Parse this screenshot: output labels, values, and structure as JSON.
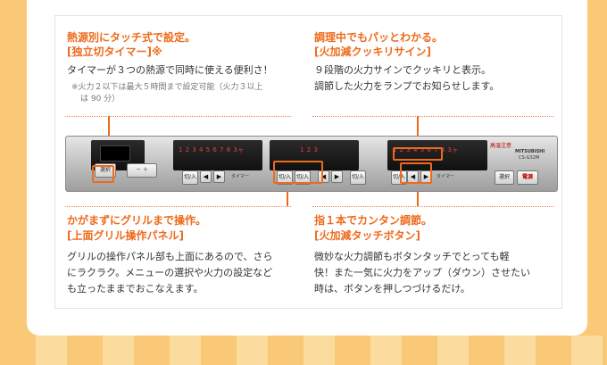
{
  "sections": {
    "top_left": {
      "title1": "熱源別にタッチ式で設定。",
      "title2": "[独立切タイマー]※",
      "body": "タイマーが３つの熱源で同時に使える便利さ！",
      "note1": "※火力２以下は最大５時間まで設定可能（火力３以上",
      "note2": "は 90 分）"
    },
    "top_right": {
      "title1": "調理中でもパッとわかる。",
      "title2": "[火加減クッキリサイン]",
      "body1": "９段階の火力サインでクッキリと表示。",
      "body2": "調節した火力をランプでお知らせします。"
    },
    "bottom_left": {
      "title1": "かがまずにグリルまで操作。",
      "title2": "[上面グリル操作パネル]",
      "body1": "グリルの操作パネル部も上面にあるので、さら",
      "body2": "にラクラク。メニューの選択や火力の設定など",
      "body3": "も立ったままでおこなえます。"
    },
    "bottom_right": {
      "title1": "指１本でカンタン調節。",
      "title2": "[火加減タッチボタン]",
      "body1": "微妙な火力調節もボタンタッチでとっても軽",
      "body2": "快！また一気に火力をアップ（ダウン）させたい",
      "body3": "時は、ボタンを押しつづけるだけ。"
    }
  },
  "panel": {
    "left_nums": "1 2 3 4 5 6 7 8 3ヶ",
    "center_nums": "1 2 3",
    "right_nums": "1 2 3 4 5 6 7 8 3ヶ",
    "brand": "MITSUBISHI",
    "model": "CS-G32M",
    "heat_label": "高温注意",
    "btn_on": "切/入",
    "btn_timer": "タイマー",
    "btn_select": "選択",
    "btn_power": "電源",
    "arrow_left": "◀",
    "arrow_right": "▶",
    "minus_plus": "－ ＋"
  },
  "colors": {
    "accent": "#ee6b1c",
    "background": "#f9c978"
  }
}
